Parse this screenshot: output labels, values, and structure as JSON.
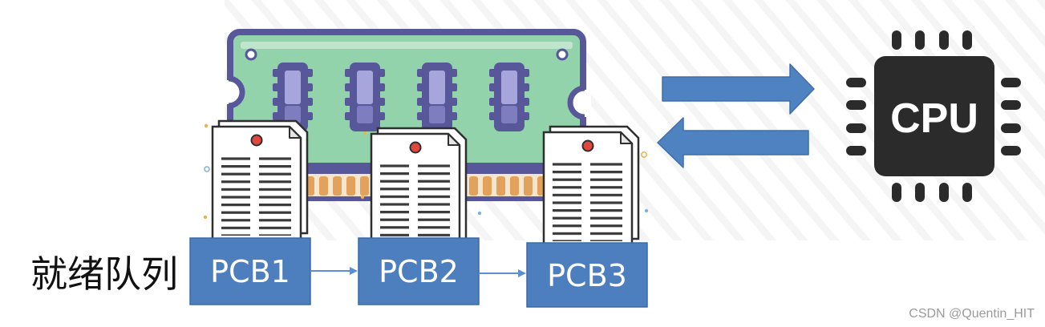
{
  "diagram": {
    "queue_label": "就绪队列",
    "pcbs": [
      {
        "label": "PCB1"
      },
      {
        "label": "PCB2"
      },
      {
        "label": "PCB3"
      }
    ],
    "cpu": {
      "label": "CPU"
    },
    "watermark": "CSDN @Quentin_HIT"
  },
  "icons": {
    "memory": "ram-module-icon",
    "document": "document-icon",
    "cpu": "cpu-chip-icon",
    "transfer_to_cpu": "arrow-right-icon",
    "transfer_from_cpu": "arrow-left-icon"
  },
  "colors": {
    "pcb_box": "#4d7fbf",
    "transfer_arrow": "#4f82c0",
    "memory_body": "#93d3ab",
    "memory_border": "#57579a",
    "cpu_chip": "#2b2b2b"
  }
}
